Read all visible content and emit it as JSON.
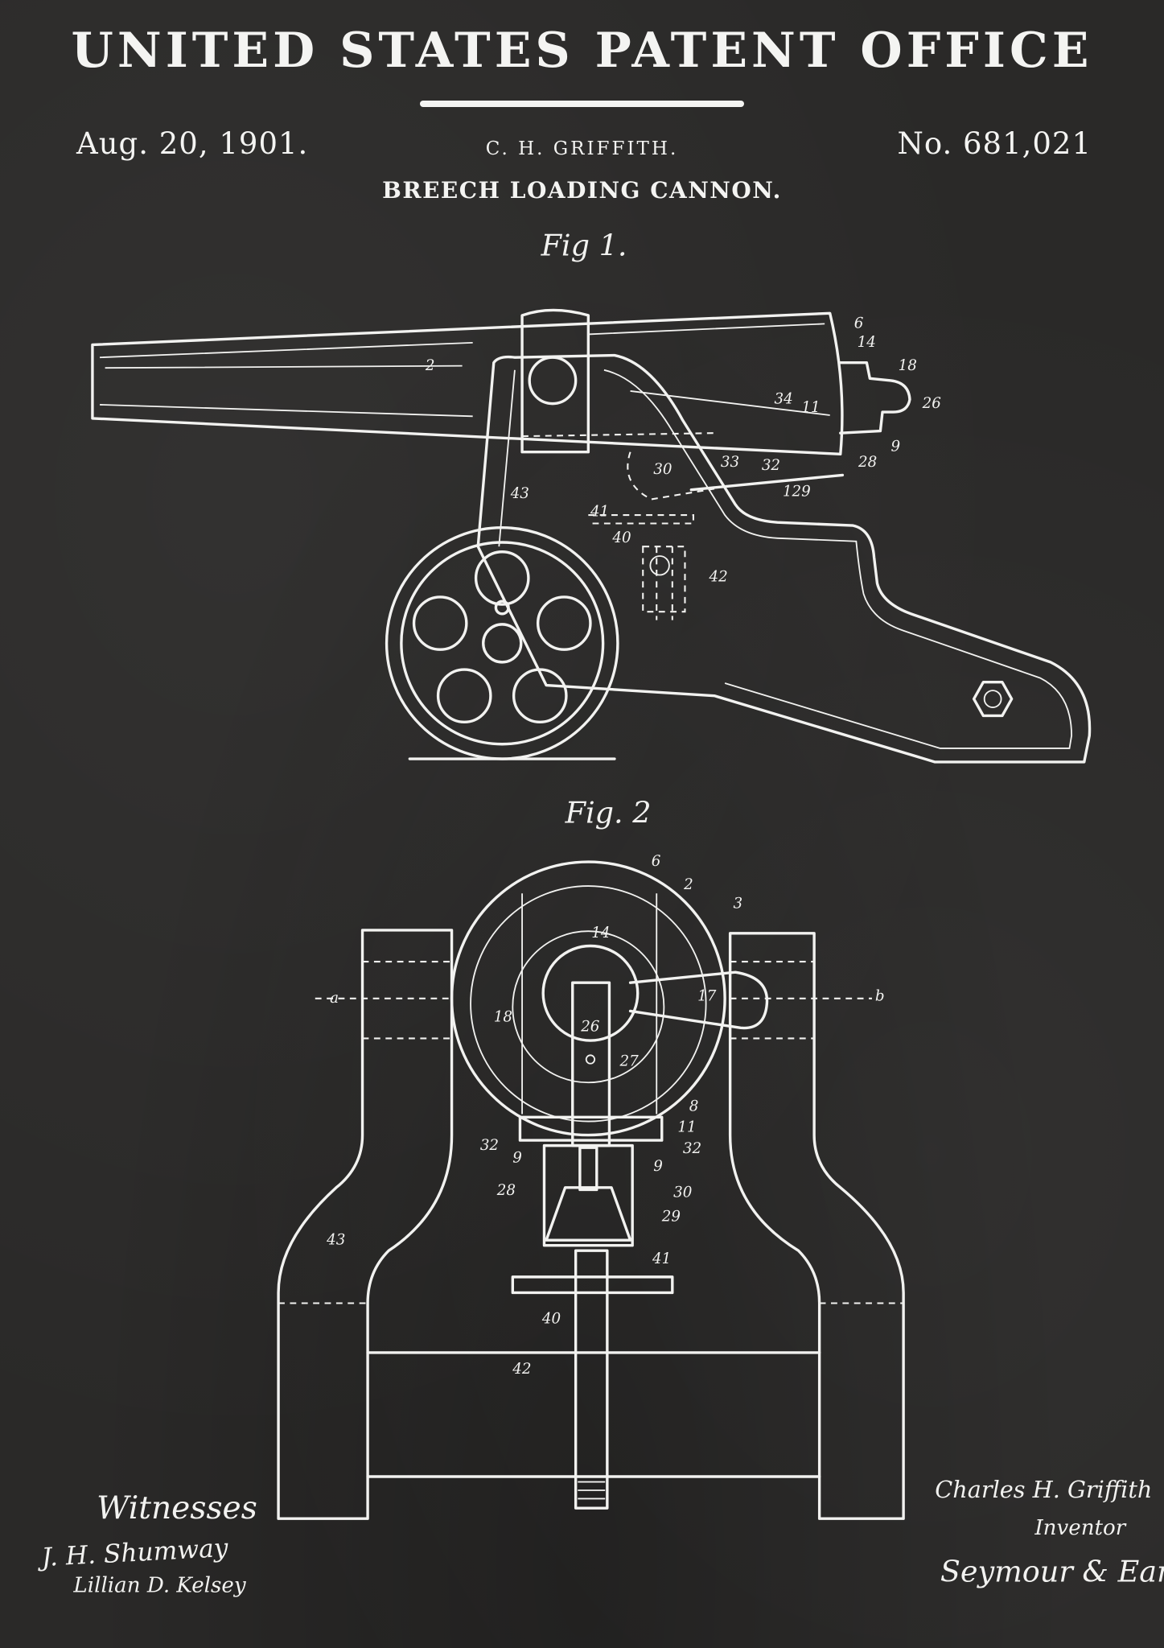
{
  "header": {
    "title": "UNITED STATES PATENT OFFICE",
    "date": "Aug. 20, 1901.",
    "inventor": "C. H. GRIFFITH.",
    "patent_number": "No. 681,021",
    "subtitle": "BREECH LOADING CANNON."
  },
  "figures": [
    {
      "caption": "Fig 1.",
      "labels": [
        "2",
        "6",
        "14",
        "18",
        "26",
        "34",
        "11",
        "9",
        "28",
        "33",
        "32",
        "30",
        "129",
        "43",
        "41",
        "40",
        "42"
      ]
    },
    {
      "caption": "Fig. 2",
      "labels": [
        "6",
        "2",
        "3",
        "14",
        "a",
        "b",
        "17",
        "18",
        "26",
        "27",
        "8",
        "11",
        "32",
        "32",
        "9",
        "9",
        "28",
        "30",
        "29",
        "43",
        "41",
        "40",
        "42"
      ]
    }
  ],
  "signatures": {
    "witnesses_label": "Witnesses",
    "witness_1": "J. H. Shumway",
    "witness_2": "Lillian D. Kelsey",
    "inventor_name": "Charles H. Griffith",
    "inventor_label": "Inventor",
    "attorney": "Seymour & Earle"
  },
  "colors": {
    "background": "#2a2928",
    "ink": "#f2f2f0"
  }
}
